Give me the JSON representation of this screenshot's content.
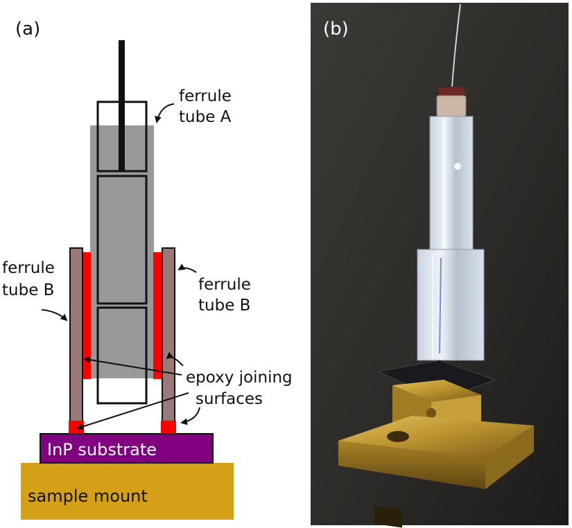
{
  "panel_a": {
    "tag": "(a)",
    "labels": {
      "ferrule": "ferrule",
      "tube_a": "tube A",
      "tube_b": "tube B",
      "epoxy": "epoxy joining",
      "surfaces": "surfaces",
      "substrate": "InP substrate",
      "mount": "sample mount"
    }
  },
  "panel_b": {
    "tag": "(b)"
  },
  "colors": {
    "tube_a_fill": "#999999",
    "tube_b_fill": "#9a7a78",
    "epoxy": "#ff0000",
    "substrate": "#800080",
    "mount": "#d4a017",
    "outline": "#111111"
  }
}
